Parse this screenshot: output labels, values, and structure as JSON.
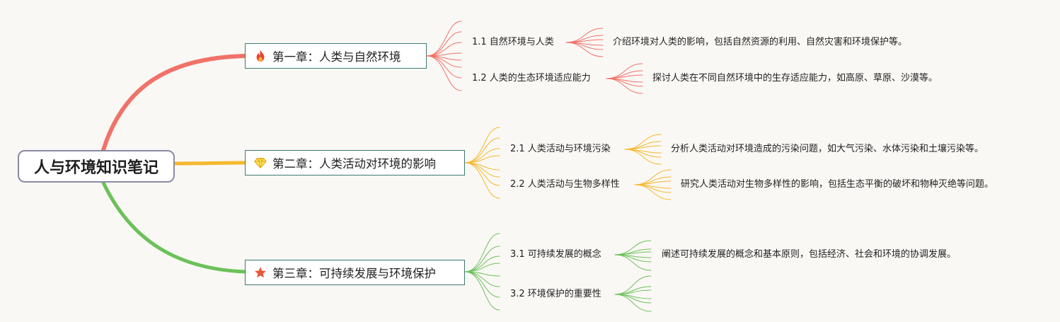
{
  "root": {
    "label": "人与环境知识笔记"
  },
  "chapters": [
    {
      "label": "第一章：人类与自然环境",
      "icon": "fire-icon",
      "color": "#f07268",
      "sections": [
        {
          "label": "1.1 自然环境与人类",
          "detail": "介绍环境对人类的影响，包括自然资源的利用、自然灾害和环境保护等。"
        },
        {
          "label": "1.2 人类的生态环境适应能力",
          "detail": "探讨人类在不同自然环境中的生存适应能力，如高原、草原、沙漠等。"
        }
      ]
    },
    {
      "label": "第二章：人类活动对环境的影响",
      "icon": "diamond-icon",
      "color": "#f5b82e",
      "sections": [
        {
          "label": "2.1 人类活动与环境污染",
          "detail": "分析人类活动对环境造成的污染问题，如大气污染、水体污染和土壤污染等。"
        },
        {
          "label": "2.2 人类活动与生物多样性",
          "detail": "研究人类活动对生物多样性的影响，包括生态平衡的破坏和物种灭绝等问题。"
        }
      ]
    },
    {
      "label": "第三章：可持续发展与环境保护",
      "icon": "star-icon",
      "color": "#6cc15a",
      "sections": [
        {
          "label": "3.1 可持续发展的概念",
          "detail": "阐述可持续发展的概念和基本原则，包括经济、社会和环境的协调发展。"
        },
        {
          "label": "3.2 环境保护的重要性",
          "detail": ""
        }
      ]
    }
  ]
}
